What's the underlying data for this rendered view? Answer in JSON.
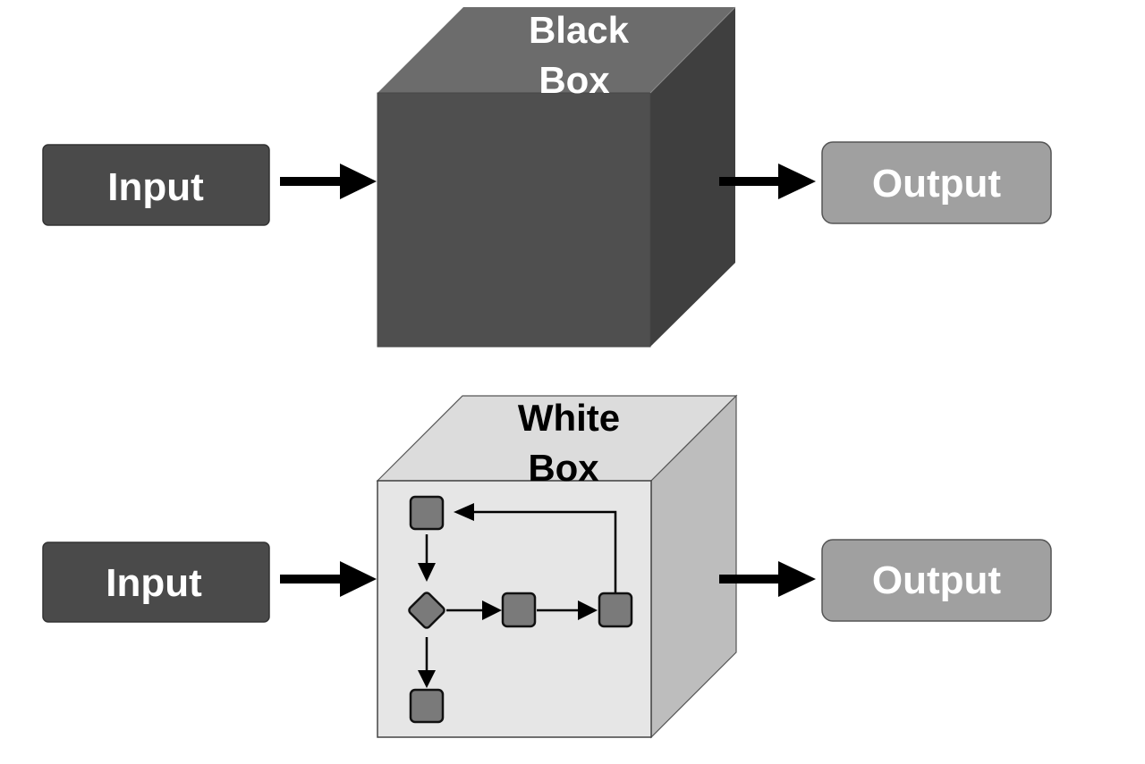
{
  "diagram": {
    "title": "Black Box vs White Box",
    "rows": [
      {
        "name": "black-box-row",
        "input_label": "Input",
        "box_label_line1": "Black",
        "box_label_line2": "Box",
        "output_label": "Output"
      },
      {
        "name": "white-box-row",
        "input_label": "Input",
        "box_label_line1": "White",
        "box_label_line2": "Box",
        "output_label": "Output",
        "internal_flow": {
          "nodes": [
            {
              "id": "start",
              "shape": "square"
            },
            {
              "id": "decision",
              "shape": "diamond"
            },
            {
              "id": "process-a",
              "shape": "square"
            },
            {
              "id": "process-b",
              "shape": "square"
            },
            {
              "id": "end",
              "shape": "square"
            }
          ],
          "edges": [
            {
              "from": "start",
              "to": "decision"
            },
            {
              "from": "decision",
              "to": "process-a"
            },
            {
              "from": "process-a",
              "to": "process-b"
            },
            {
              "from": "process-b",
              "to": "start"
            },
            {
              "from": "decision",
              "to": "end"
            }
          ]
        }
      }
    ],
    "colors": {
      "input_fill": "#4a4a4a",
      "output_fill": "#a0a0a0",
      "black_front": "#4f4f4f",
      "black_top": "#6c6c6c",
      "black_side": "#3f3f3f",
      "white_front": "#e6e6e6",
      "white_top": "#dcdcdc",
      "white_side": "#bdbdbd",
      "node_fill": "#7a7a7a",
      "arrow": "#000000"
    }
  }
}
